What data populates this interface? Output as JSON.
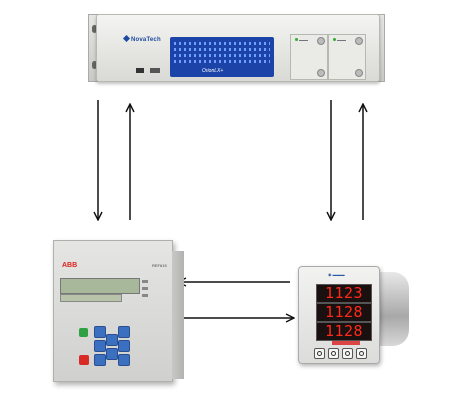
{
  "gateway": {
    "brand": "NovaTech",
    "model": "OrionLX+"
  },
  "relay": {
    "brand": "ABB",
    "model": "REF615"
  },
  "meter": {
    "readings": [
      "1123",
      "1128",
      "1128"
    ]
  },
  "colors": {
    "arrow": "#111111",
    "gateway_panel": "#1c44a8",
    "relay_brand": "#e0201c",
    "meter_digits": "#ff2a1a"
  },
  "icons": {
    "gateway": "rack-mount-gateway-device",
    "relay": "protection-relay-device",
    "meter": "power-meter-device"
  }
}
